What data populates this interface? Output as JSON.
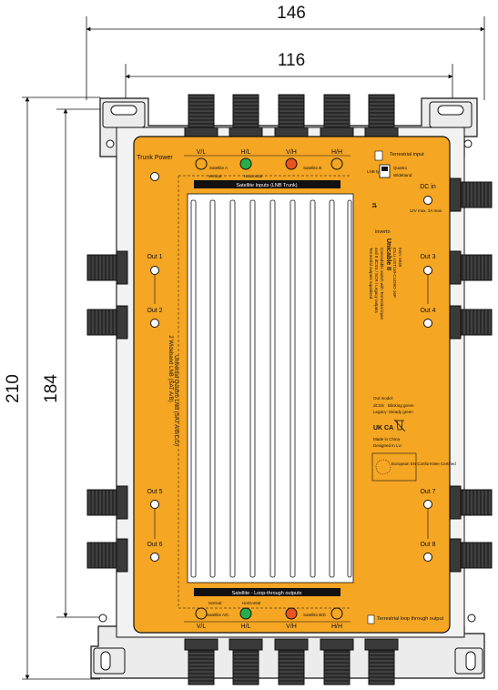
{
  "dimensions": {
    "overall_width": "146",
    "hole_spacing": "116",
    "overall_height": "210",
    "hole_height": "184"
  },
  "top_labels": {
    "vl": "V/L",
    "hl": "H/L",
    "vh": "V/H",
    "hh": "H/H",
    "satellite_a": "Satellite A",
    "satellite_b": "Satellite B",
    "vertical": "Vertical",
    "horizontal": "Horizontal",
    "inputs_bar": "Satellite Inputs (LNB Trunk)"
  },
  "bottom_labels": {
    "vl": "V/L",
    "hl": "H/L",
    "vh": "V/H",
    "hh": "H/H",
    "satellite_ac": "Satellite A/C",
    "satellite_bd": "Satellite B/D",
    "vertical": "Vertical",
    "horizontal": "Horizontal",
    "outputs_bar": "Satellite - Loop-through outputs",
    "terrestrial_loop": "Terrestrial loop through output"
  },
  "left_labels": {
    "trunk_power": "Trunk Power",
    "out1": "Out 1",
    "out2": "Out 2",
    "out5": "Out 5",
    "out6": "Out 6",
    "lnb_option_1": "2 Wideband LNB (SAT A/B)",
    "lnb_option_2": "Universal Quattro LNB (SAT A/B/C/D)"
  },
  "right_labels": {
    "terrestrial_input": "Terrestrial input",
    "lnb_type": "LNB type",
    "quattro": "Quattro",
    "wideband": "Wideband",
    "dc_in": "DC in",
    "dc_spec": "12V max. 3A max.",
    "out3": "Out 3",
    "out4": "Out 4",
    "out7": "Out 7",
    "out8": "Out 8"
  },
  "product": {
    "brand": "inverto",
    "name": "Unicable II",
    "desc_1": "Cascadable switch with Terrestrial input",
    "desc_2": "and 8 dCSS / SCR / Legacy outputs",
    "desc_3": "Terrestrial outputs equalised",
    "model": "IDLU-UST110-CUO8O-16P",
    "item": "Item: 6039",
    "out_model": "Out model:",
    "dcss": "dCSS",
    "blinking": "Blinking green",
    "legacy": "Legacy: Steady green",
    "made_in": "Made in China",
    "designed_in": "Designed in LU",
    "ukca": "UK CA",
    "eu_text": "European EN Conformitee Certified"
  },
  "colors": {
    "housing": "#f5a623",
    "frame": "#d8d8d8",
    "led_green": "#27ae4a",
    "led_orange": "#e8541e",
    "line": "#111111"
  }
}
